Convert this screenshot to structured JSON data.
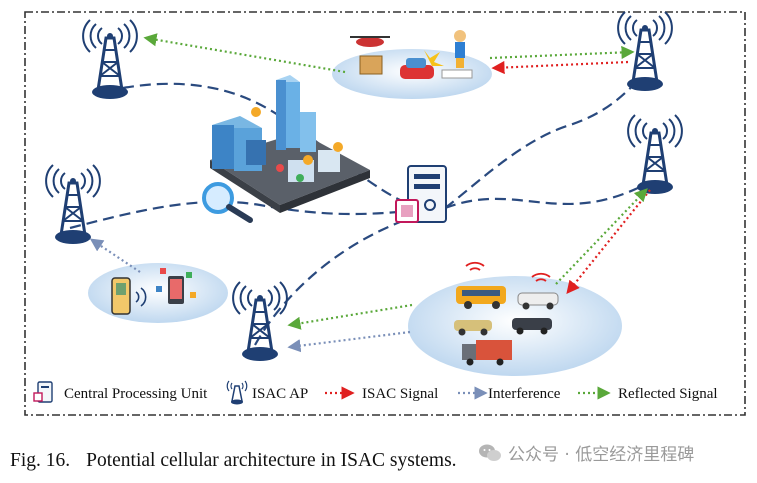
{
  "figure": {
    "label": "Fig. 16.",
    "caption": "Potential cellular architecture in ISAC systems."
  },
  "legend": {
    "cpu": "Central Processing Unit",
    "ap": "ISAC AP",
    "signal": "ISAC Signal",
    "interference": "Interference",
    "reflected": "Reflected Signal"
  },
  "watermark": {
    "text": "公众号 · 低空经济里程碑"
  },
  "colors": {
    "frame": "#333333",
    "link_dashed": "#2a4a7f",
    "isac_signal": "#e02020",
    "interference": "#7a8fb8",
    "reflected": "#5aa83a",
    "tower": "#1f3f73",
    "zone": "#cfe2f3"
  }
}
